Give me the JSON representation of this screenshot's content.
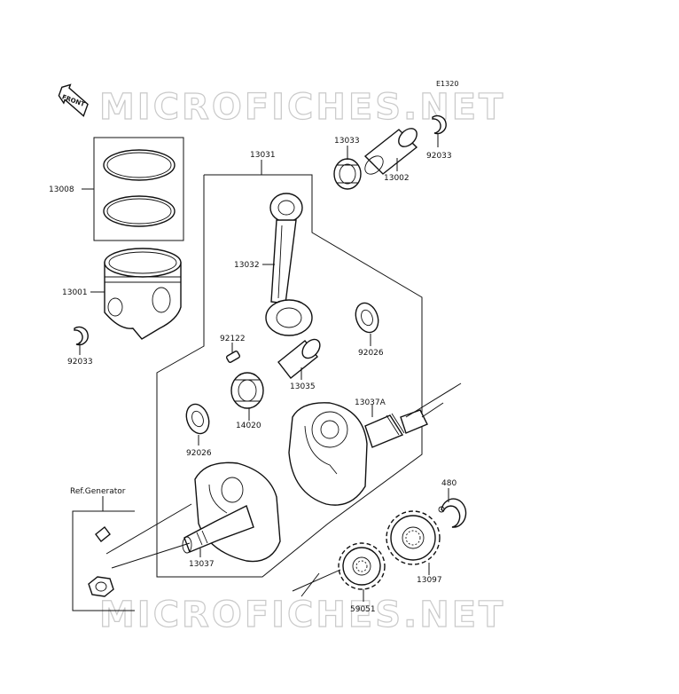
{
  "diagram_code": "E1320",
  "front_label": "FRONT",
  "watermark_text": "MICROFICHES.NET",
  "ref_label": "Ref.Generator",
  "labels": {
    "p13008": "13008",
    "p13001": "13001",
    "p92033_left": "92033",
    "p13031": "13031",
    "p13033": "13033",
    "p13002": "13002",
    "p92033_right": "92033",
    "p13032": "13032",
    "p92122": "92122",
    "p92026_right": "92026",
    "p13035": "13035",
    "p14020": "14020",
    "p13037A": "13037A",
    "p92026_left": "92026",
    "p480": "480",
    "p13037": "13037",
    "p13097": "13097",
    "p59051": "59051"
  },
  "colors": {
    "ink": "#111111",
    "watermark": "#c9c9c9",
    "background": "#ffffff"
  }
}
